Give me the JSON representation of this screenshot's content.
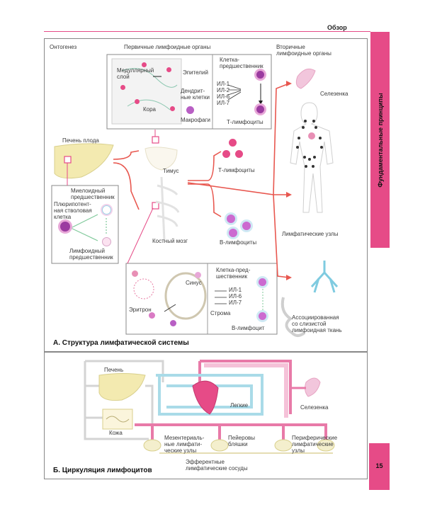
{
  "header": {
    "section": "Обзор"
  },
  "side_tab": {
    "label": "Фундаментальные принципы"
  },
  "page_number": "15",
  "panel_a": {
    "caption": "А. Структура лимфатической системы",
    "ontogenesis": "Онтогенез",
    "primary_organs": "Первичные лимфоидные органы",
    "secondary_organs": "Вторичные\nлимфоидные органы",
    "medullary": "Медуллярный\nслой",
    "cortex": "Кора",
    "epithelium": "Эпителий",
    "dendritic": "Дендрит-\nные клетки",
    "macrophages": "Макрофаги",
    "precursor_t": "Клетка-\nпредшественник",
    "il_t": "ИЛ-1\nИЛ-2\nИЛ-6\nИЛ-7",
    "t_lymphocytes_top": "Т-лимфоциты",
    "fetal_liver": "Печень плода",
    "thymus": "Тимус",
    "t_lymphocytes": "Т-лимфоциты",
    "myeloid": "Миелоидный\nпредшественник",
    "pluripotent": "Плюрипотент-\nная стволовая\nклетка",
    "lymphoid": "Лимфоидный\nпредшественник",
    "bone_marrow": "Костный мозг",
    "b_lymphocytes": "В-лимфоциты",
    "spleen": "Селезенка",
    "lymph_nodes": "Лимфатические узлы",
    "mucosa": "Ассоциированная\nсо слизистой\nлимфоидная ткань",
    "sinus": "Синус",
    "erythron": "Эритрон",
    "precursor_b": "Клетка-пред-\nшественник",
    "il_b": "ИЛ-1\nИЛ-6\nИЛ-7",
    "stroma": "Строма",
    "b_lymphocyte": "В-лимфоцит"
  },
  "panel_b": {
    "caption": "Б. Циркуляция лимфоцитов",
    "liver": "Печень",
    "skin": "Кожа",
    "lungs": "Легкие",
    "spleen": "Селезенка",
    "mesenteric": "Мезентериаль-\nные лимфати-\nческие узлы",
    "peyer": "Пейеровы\nбляшки",
    "peripheral": "Периферические\nлимфатические\nузлы",
    "efferent": "Эфферентные\nлимфатические сосуды"
  },
  "colors": {
    "accent": "#e64b87",
    "vessel_pink": "#e87aa8",
    "vessel_blue": "#a9dbe8",
    "liver": "#f3eab0",
    "arrow": "#e8574f"
  }
}
